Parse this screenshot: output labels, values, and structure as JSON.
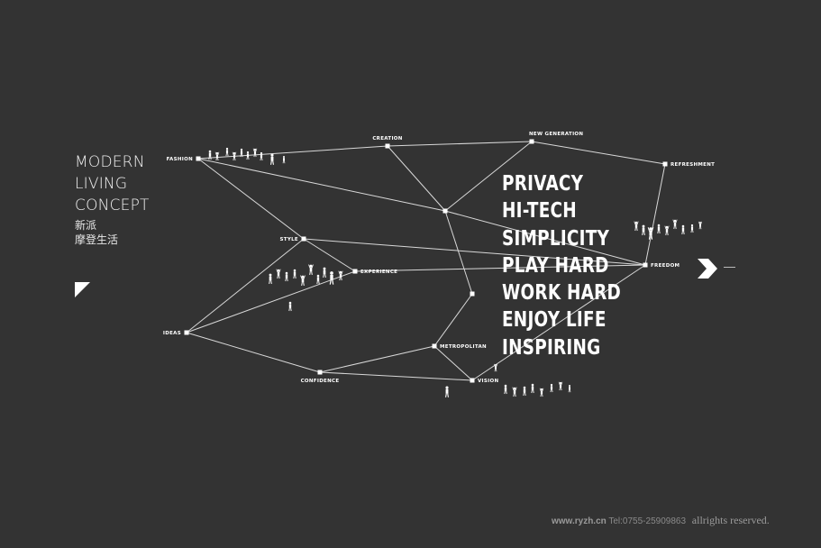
{
  "title": {
    "lines": [
      "MODERN",
      "LIVING",
      "CONCEPT"
    ],
    "cn_lines": [
      "新派",
      "摩登生活"
    ]
  },
  "network": {
    "nodes": [
      {
        "id": "fashion",
        "label": "FASHION"
      },
      {
        "id": "creation",
        "label": "CREATION"
      },
      {
        "id": "new_generation",
        "label": "NEW GENERATION"
      },
      {
        "id": "refreshment",
        "label": "REFRESHMENT"
      },
      {
        "id": "style",
        "label": "STYLE"
      },
      {
        "id": "experience",
        "label": "EXPERIENCE"
      },
      {
        "id": "freedom",
        "label": "FREEDOM"
      },
      {
        "id": "ideas",
        "label": "IDEAS"
      },
      {
        "id": "metropolitan",
        "label": "METROPOLITAN"
      },
      {
        "id": "confidence",
        "label": "CONFIDENCE"
      },
      {
        "id": "vision",
        "label": "VISION"
      },
      {
        "id": "hub_center",
        "label": ""
      },
      {
        "id": "hub_lower",
        "label": ""
      }
    ],
    "edges": [
      [
        "fashion",
        "creation"
      ],
      [
        "creation",
        "new_generation"
      ],
      [
        "new_generation",
        "refreshment"
      ],
      [
        "fashion",
        "hub_center"
      ],
      [
        "creation",
        "hub_center"
      ],
      [
        "new_generation",
        "hub_center"
      ],
      [
        "hub_center",
        "freedom"
      ],
      [
        "refreshment",
        "freedom"
      ],
      [
        "hub_center",
        "hub_lower"
      ],
      [
        "fashion",
        "style"
      ],
      [
        "style",
        "freedom"
      ],
      [
        "style",
        "experience"
      ],
      [
        "experience",
        "freedom"
      ],
      [
        "ideas",
        "style"
      ],
      [
        "ideas",
        "experience"
      ],
      [
        "ideas",
        "confidence"
      ],
      [
        "confidence",
        "metropolitan"
      ],
      [
        "confidence",
        "vision"
      ],
      [
        "metropolitan",
        "vision"
      ],
      [
        "metropolitan",
        "hub_lower"
      ],
      [
        "vision",
        "freedom"
      ]
    ]
  },
  "keywords": [
    "PRIVACY",
    "HI-TECH",
    "SIMPLICITY",
    "PLAY HARD",
    "WORK HARD",
    "ENJOY LIFE",
    "INSPIRING"
  ],
  "footer": {
    "site": "www.ryzh.cn",
    "tel": "Tel:0755-25909863",
    "reserved": "allrights reserved."
  }
}
